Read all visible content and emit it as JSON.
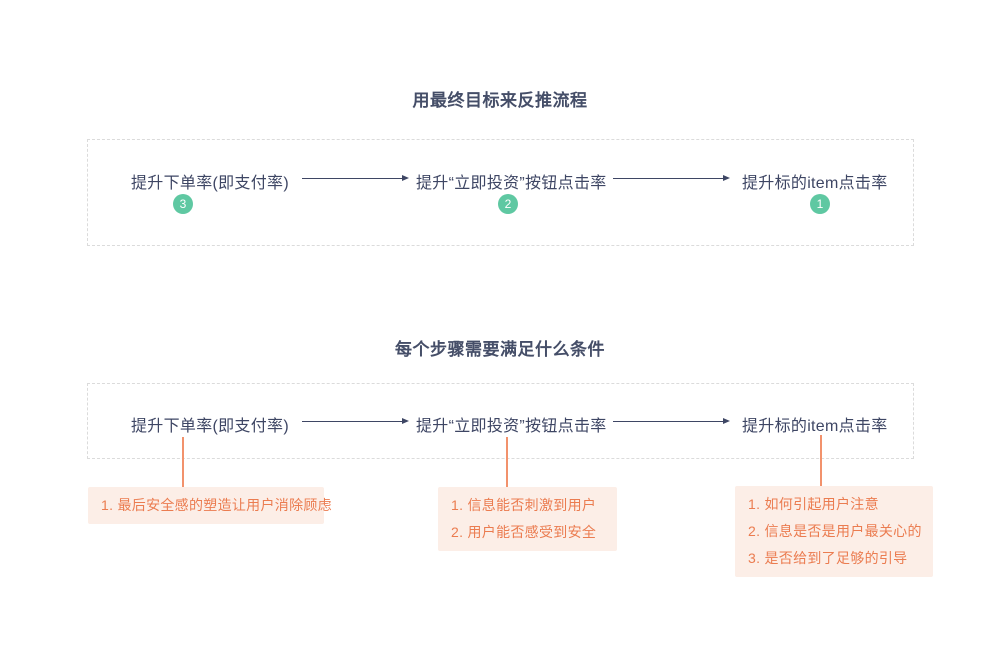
{
  "colors": {
    "step_text": "#3E4664",
    "title_text": "#454E68",
    "badge_green": "#5FC8A2",
    "note_text_orange": "#EB7C50",
    "note_line_orange": "#F2926C",
    "note_bg_pink": "#FCEEE7",
    "dashed_border": "#DBDBDB"
  },
  "sections": [
    {
      "title": "用最终目标来反推流程",
      "steps": [
        {
          "label": "提升下单率(即支付率)",
          "badge": "3"
        },
        {
          "label": "提升“立即投资”按钮点击率",
          "badge": "2"
        },
        {
          "label": "提升标的item点击率",
          "badge": "1"
        }
      ]
    },
    {
      "title": "每个步骤需要满足什么条件",
      "steps": [
        {
          "label": "提升下单率(即支付率)",
          "notes": [
            "1. 最后安全感的塑造让用户消除顾虑"
          ]
        },
        {
          "label": "提升“立即投资”按钮点击率",
          "notes": [
            "1. 信息能否刺激到用户",
            "2. 用户能否感受到安全"
          ]
        },
        {
          "label": "提升标的item点击率",
          "notes": [
            "1. 如何引起用户注意",
            "2. 信息是否是用户最关心的",
            "3. 是否给到了足够的引导"
          ]
        }
      ]
    }
  ]
}
